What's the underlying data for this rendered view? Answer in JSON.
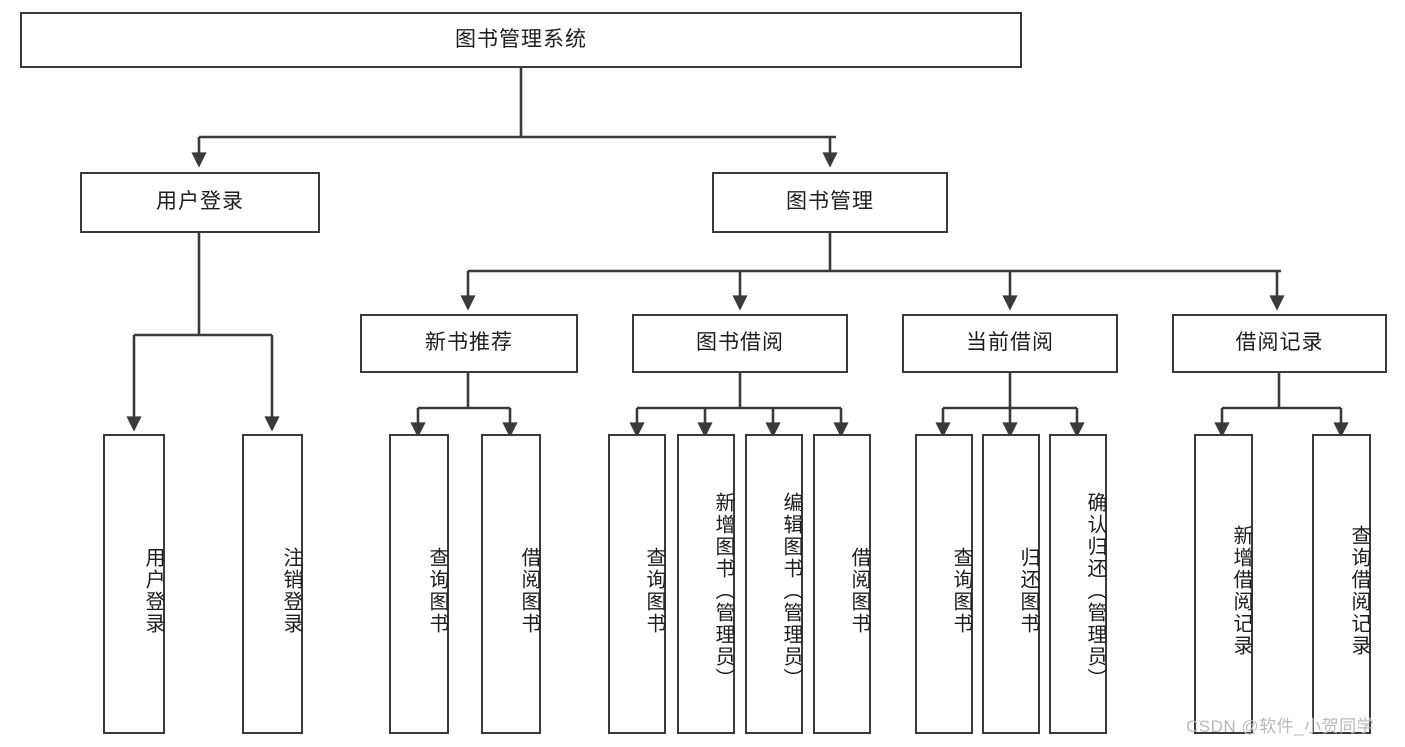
{
  "diagram": {
    "title_label": "图书管理系统",
    "watermark": "CSDN @软件_小贺同学",
    "stroke_color": "#3a3a3a",
    "background_color": "#ffffff",
    "text_color": "#1d1d1d",
    "watermark_color": "#b9b9b9",
    "type": "tree-hierarchy",
    "levels": 4,
    "nodes": {
      "root": "图书管理系统",
      "l1": [
        "用户登录",
        "图书管理"
      ],
      "l2": [
        "新书推荐",
        "图书借阅",
        "当前借阅",
        "借阅记录"
      ],
      "leaves_user_login": [
        "用户登录",
        "注销登录"
      ],
      "leaves_new_book": [
        "查询图书",
        "借阅图书"
      ],
      "leaves_borrow": [
        "查询图书",
        "新增图书（管理员）",
        "编辑图书（管理员）",
        "借阅图书"
      ],
      "leaves_current": [
        "查询图书",
        "归还图书",
        "确认归还（管理员）"
      ],
      "leaves_record": [
        "新增借阅记录",
        "查询借阅记录"
      ]
    }
  }
}
